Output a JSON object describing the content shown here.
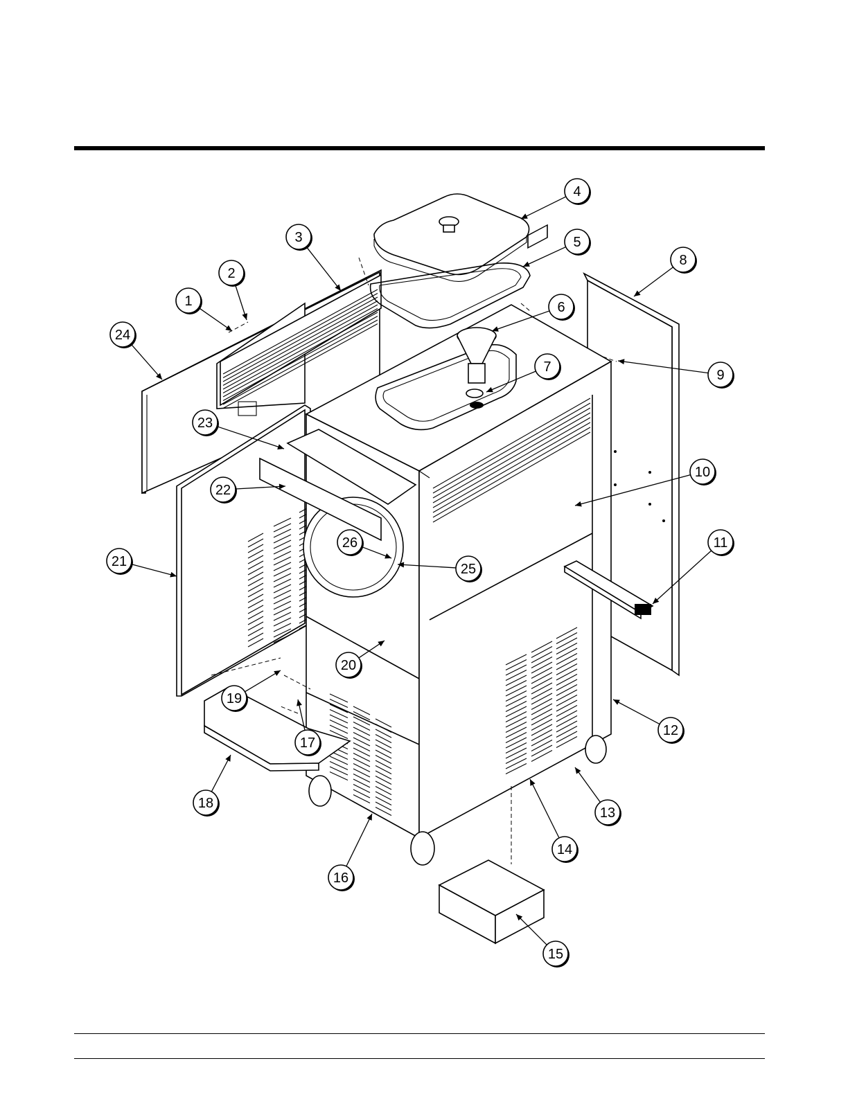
{
  "callouts": [
    {
      "label": "1"
    },
    {
      "label": "2"
    },
    {
      "label": "3"
    },
    {
      "label": "4"
    },
    {
      "label": "5"
    },
    {
      "label": "6"
    },
    {
      "label": "7"
    },
    {
      "label": "8"
    },
    {
      "label": "9"
    },
    {
      "label": "10"
    },
    {
      "label": "11"
    },
    {
      "label": "12"
    },
    {
      "label": "13"
    },
    {
      "label": "14"
    },
    {
      "label": "15"
    },
    {
      "label": "16"
    },
    {
      "label": "17"
    },
    {
      "label": "18"
    },
    {
      "label": "19"
    },
    {
      "label": "20"
    },
    {
      "label": "21"
    },
    {
      "label": "22"
    },
    {
      "label": "23"
    },
    {
      "label": "24"
    },
    {
      "label": "25"
    },
    {
      "label": "26"
    }
  ]
}
